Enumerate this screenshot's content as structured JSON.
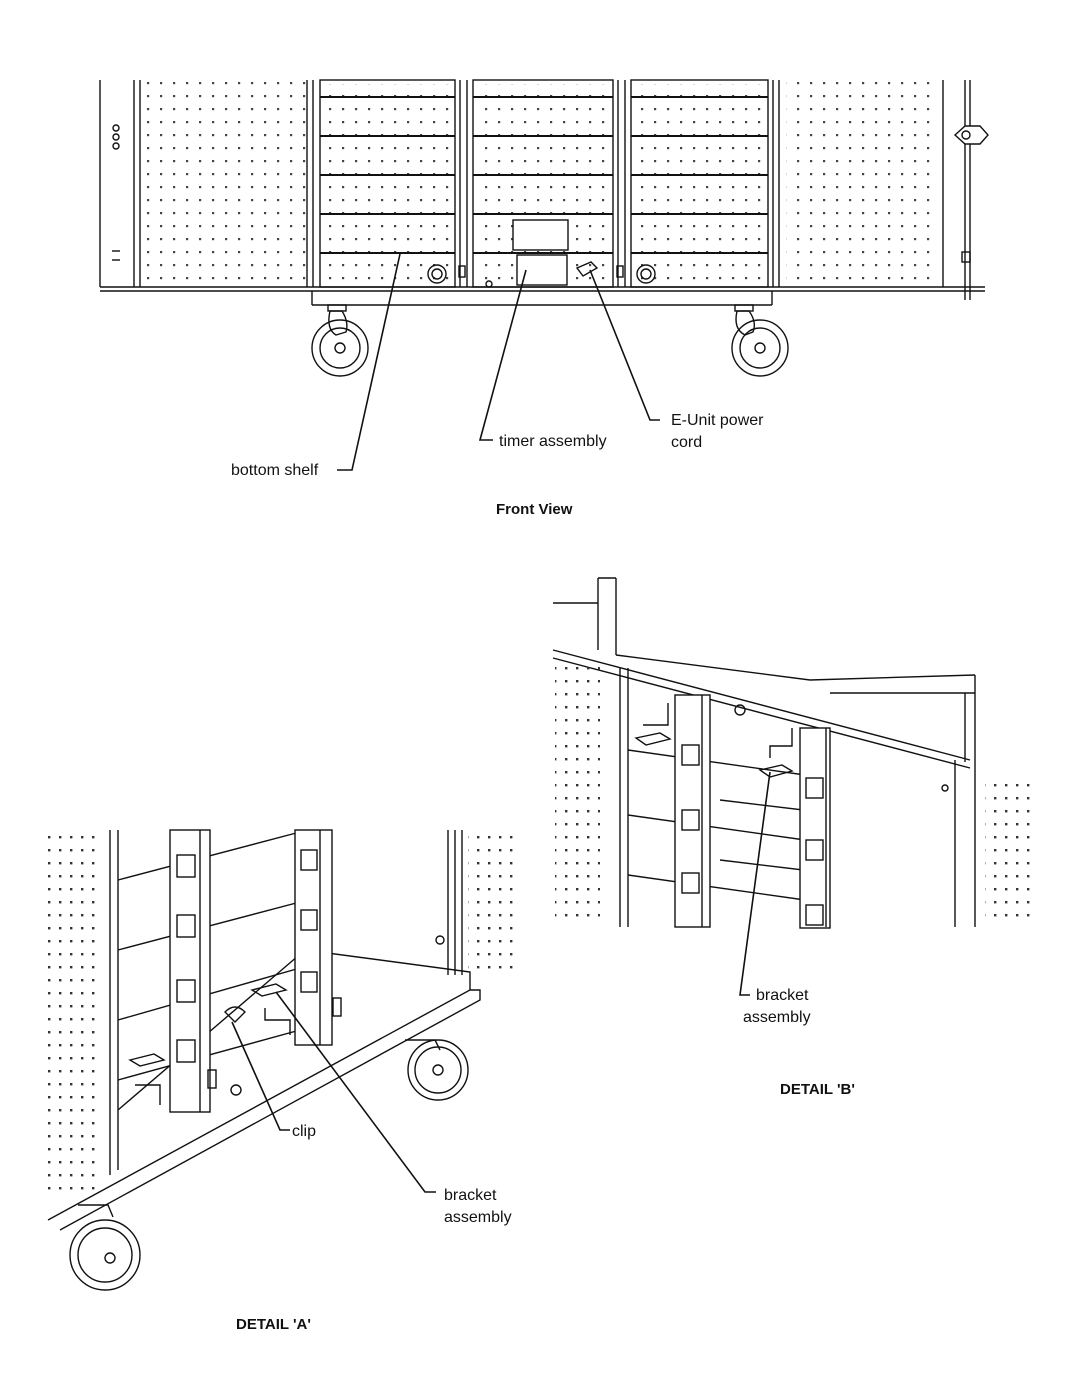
{
  "front_view": {
    "title": "Front View",
    "callouts": {
      "bottom_shelf": "bottom shelf",
      "timer_assembly": "timer assembly",
      "power_cord_line1": "E-Unit power",
      "power_cord_line2": "cord"
    }
  },
  "detail_a": {
    "title": "DETAIL 'A'",
    "callouts": {
      "clip": "clip",
      "bracket_line1": "bracket",
      "bracket_line2": "assembly"
    }
  },
  "detail_b": {
    "title": "DETAIL 'B'",
    "callouts": {
      "bracket_line1": "bracket",
      "bracket_line2": "assembly"
    }
  },
  "colors": {
    "ink": "#111111",
    "paper": "#ffffff"
  }
}
